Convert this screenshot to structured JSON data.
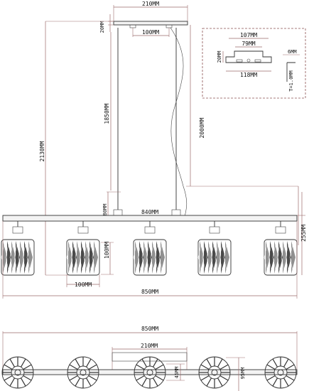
{
  "dimensions": {
    "canopy_width": "210MM",
    "canopy_height": "20MM",
    "mount_spacing": "100MM",
    "cable_length": "1850MM",
    "overall_height": "2130MM",
    "wire_length": "2000MM",
    "bar_length": "840MM",
    "bar_height": "80MM",
    "drop_height": "255MM",
    "shade_height": "100MM",
    "shade_width": "100MM",
    "total_width": "850MM",
    "plan_total_width": "850MM",
    "plan_canopy_width": "210MM",
    "plan_shade_depth": "45MM",
    "plan_depth": "95MM"
  },
  "bracket_detail": {
    "outer_length": "107MM",
    "slot_length": "79MM",
    "total_length": "118MM",
    "height": "20MM",
    "flange": "6MM",
    "thickness": "T=1.0MM"
  }
}
